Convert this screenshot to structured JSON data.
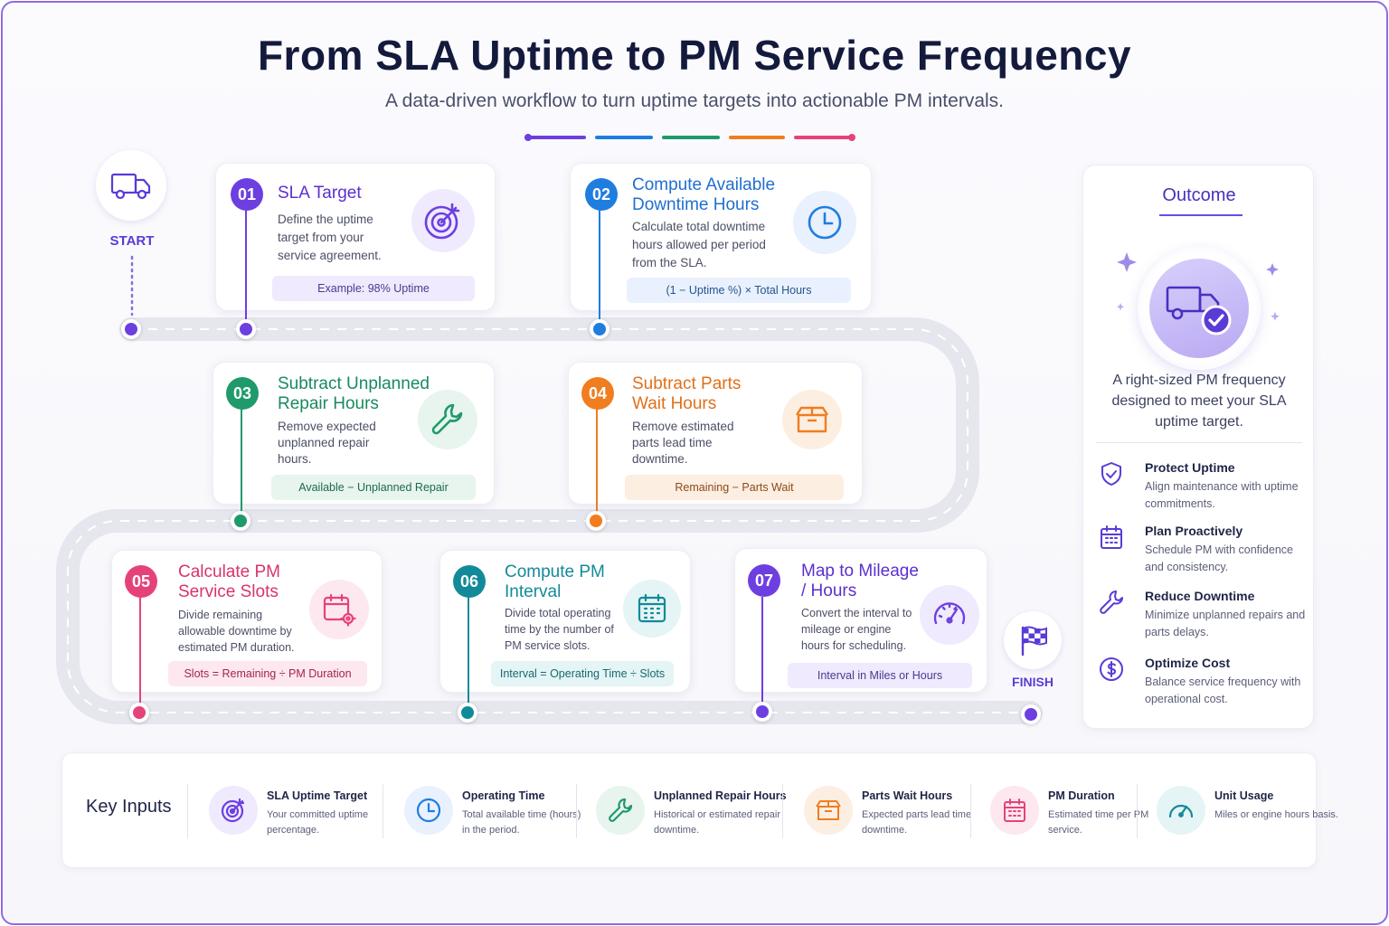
{
  "header": {
    "title": "From SLA Uptime to PM Service Frequency",
    "subtitle": "A data-driven workflow to turn uptime targets into actionable PM intervals.",
    "accent_colors": [
      "#6d3fe0",
      "#1f7de0",
      "#1f9a6a",
      "#f07d1f",
      "#e6427a"
    ]
  },
  "start_label": "START",
  "finish_label": "FINISH",
  "steps": [
    {
      "num": "01",
      "title": "SLA Target",
      "desc": "Define the uptime target from your service agreement.",
      "formula": "Example: 98% Uptime",
      "color": "#6d3fe0",
      "icon": "target-icon"
    },
    {
      "num": "02",
      "title": "Compute Available Downtime Hours",
      "desc": "Calculate total downtime hours allowed per period from the SLA.",
      "formula": "(1 − Uptime %) × Total Hours",
      "color": "#1f7de0",
      "icon": "clock-icon"
    },
    {
      "num": "03",
      "title": "Subtract Unplanned Repair Hours",
      "desc": "Remove expected unplanned repair hours.",
      "formula": "Available − Unplanned Repair",
      "color": "#1f9a6a",
      "icon": "wrench-icon"
    },
    {
      "num": "04",
      "title": "Subtract Parts Wait Hours",
      "desc": "Remove estimated parts lead time downtime.",
      "formula": "Remaining − Parts Wait",
      "color": "#f07d1f",
      "icon": "box-icon"
    },
    {
      "num": "05",
      "title": "Calculate PM Service Slots",
      "desc": "Divide remaining allowable downtime by estimated PM duration.",
      "formula": "Slots = Remaining ÷ PM Duration",
      "color": "#e6427a",
      "icon": "calendar-gear-icon"
    },
    {
      "num": "06",
      "title": "Compute PM Interval",
      "desc": "Divide total operating time by the number of PM service slots.",
      "formula": "Interval = Operating Time ÷ Slots",
      "color": "#138a99",
      "icon": "calendar-icon"
    },
    {
      "num": "07",
      "title": "Map to Mileage / Hours",
      "desc": "Convert the interval to mileage or engine hours for scheduling.",
      "formula": "Interval in Miles or Hours",
      "color": "#6d3fe0",
      "icon": "speedometer-icon"
    }
  ],
  "outcome": {
    "title": "Outcome",
    "text": "A right-sized PM frequency designed to meet your SLA uptime target.",
    "benefits": [
      {
        "title": "Protect Uptime",
        "desc": "Align maintenance with uptime commitments.",
        "icon": "shield-check-icon"
      },
      {
        "title": "Plan Proactively",
        "desc": "Schedule PM with confidence and consistency.",
        "icon": "calendar-icon"
      },
      {
        "title": "Reduce Downtime",
        "desc": "Minimize unplanned repairs and parts delays.",
        "icon": "wrench-icon"
      },
      {
        "title": "Optimize Cost",
        "desc": "Balance service frequency with operational cost.",
        "icon": "dollar-icon"
      }
    ]
  },
  "key_inputs": {
    "title": "Key Inputs",
    "items": [
      {
        "name": "SLA Uptime Target",
        "desc": "Your committed uptime percentage.",
        "icon": "target-icon"
      },
      {
        "name": "Operating Time",
        "desc": "Total available time (hours) in the period.",
        "icon": "clock-icon"
      },
      {
        "name": "Unplanned Repair Hours",
        "desc": "Historical or estimated repair downtime.",
        "icon": "wrench-icon"
      },
      {
        "name": "Parts Wait Hours",
        "desc": "Expected parts lead time downtime.",
        "icon": "box-icon"
      },
      {
        "name": "PM Duration",
        "desc": "Estimated time per PM service.",
        "icon": "calendar-icon"
      },
      {
        "name": "Unit Usage",
        "desc": "Miles or engine hours basis.",
        "icon": "speedometer-icon"
      }
    ]
  }
}
